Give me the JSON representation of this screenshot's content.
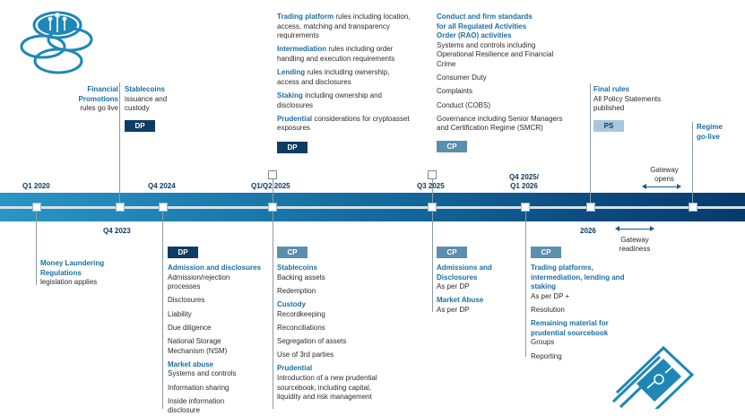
{
  "timeline": {
    "quarters": {
      "q1_2020": "Q1 2020",
      "q4_2023": "Q4 2023",
      "q4_2024": "Q4 2024",
      "q1q2_2025": "Q1/Q2 2025",
      "q3_2025": "Q3 2025",
      "q4_2025": "Q4 2025/\nQ1 2026",
      "y2026": "2026"
    },
    "gateway_opens": "Gateway\nopens",
    "gateway_readiness": "Gateway\nreadiness"
  },
  "badges": {
    "dp": "DP",
    "cp": "CP",
    "ps": "PS"
  },
  "top": {
    "fin_promo": {
      "title": "Financial\nPromotions",
      "text": "rules go live"
    },
    "stablecoins": {
      "title": "Stablecoins",
      "text": "issuance and\ncustody"
    },
    "platform": {
      "trading_h": "Trading platform",
      "trading_t": " rules including location, access, matching and transparency requirements",
      "intermed_h": "Intermediation",
      "intermed_t": " rules including order handling and execution requirements",
      "lending_h": "Lending",
      "lending_t": " rules including ownership, access and disclosures",
      "staking_h": "Staking",
      "staking_t": " including ownership and disclosures",
      "prudential_h": "Prudential",
      "prudential_t": " considerations for cryptoasset exposures"
    },
    "conduct": {
      "title": "Conduct and firm standards\nfor all Regulated Activities\nOrder (RAO) activities",
      "systems": "Systems and controls including\nOperational Resilience and Financial\nCrime",
      "consumer": "Consumer Duty",
      "complaints": "Complaints",
      "cobs": "Conduct (COBS)",
      "governance": "Governance including Senior Managers\nand Certification Regime (SMCR)"
    },
    "final": {
      "title": "Final rules",
      "text": "All Policy Statements\npublished"
    },
    "regime": {
      "title": "Regime\ngo-live"
    }
  },
  "bottom": {
    "aml": {
      "title": "Money Laundering\nRegulations",
      "text": "legislation applies"
    },
    "q4_2024": {
      "adm_h": "Admission and disclosures",
      "adm_items": [
        "Admission/rejection\nprocesses",
        "Disclosures",
        "Liability",
        "Due diligence",
        "National Storage\nMechanism (NSM)"
      ],
      "ma_h": "Market abuse",
      "ma_items": [
        "Systems and controls",
        "Information sharing",
        "Inside information\ndisclosure"
      ]
    },
    "q1q2_2025": {
      "stable_h": "Stablecoins",
      "stable_items": [
        "Backing assets",
        "Redemption"
      ],
      "custody_h": "Custody",
      "custody_items": [
        "Recordkeeping",
        "Reconciliations",
        "Segregation of assets",
        "Use of 3rd parties"
      ],
      "prud_h": "Prudential",
      "prud_text": "Introduction of a new prudential\nsourcebook, including capital,\nliquidity and risk management"
    },
    "q3_2025": {
      "adm_h": "Admissions and\nDisclosures",
      "adm_t": "As per DP",
      "ma_h": "Market Abuse",
      "ma_t": "As per DP"
    },
    "q4_2025": {
      "tp_h": "Trading platforms,\nintermediation, lending and\nstaking",
      "tp_items": [
        "As per DP +",
        "Resolution"
      ],
      "rem_h": "Remaining material for\nprudential sourcebook",
      "rem_items": [
        "Groups",
        "Reporting"
      ]
    }
  }
}
